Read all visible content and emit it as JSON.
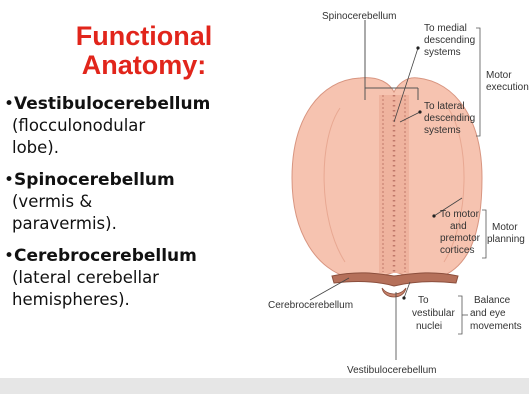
{
  "title": {
    "line1": "Functional",
    "line2": "Anatomy:"
  },
  "bullets": [
    {
      "term": "Vestibulocerebellum",
      "desc": "(flocculonodular\nlobe)."
    },
    {
      "term": "Spinocerebellum",
      "desc": "(vermis &\nparavermis)."
    },
    {
      "term": "Cerebrocerebellum",
      "desc": "(lateral cerebellar\nhemispheres)."
    }
  ],
  "diagram": {
    "spinocerebellum": "Spinocerebellum",
    "to_medial": [
      "To medial",
      "descending",
      "systems"
    ],
    "to_lateral": [
      "To lateral",
      "descending",
      "systems"
    ],
    "motor_execution": [
      "Motor",
      "execution"
    ],
    "to_motor": [
      "To motor",
      "and",
      "premotor",
      "cortices"
    ],
    "motor_planning": [
      "Motor",
      "planning"
    ],
    "cerebrocerebellum": "Cerebrocerebellum",
    "to_vestibular": [
      "To",
      "vestibular",
      "nuclei"
    ],
    "balance": [
      "Balance",
      "and eye",
      "movements"
    ],
    "vestibulocerebellum": "Vestibulocerebellum"
  },
  "colors": {
    "title": "#e1251b",
    "cerebellum_fill": "#f6c3b0",
    "cerebellum_dark": "#b5705a",
    "vermis_line": "#c0786a"
  }
}
